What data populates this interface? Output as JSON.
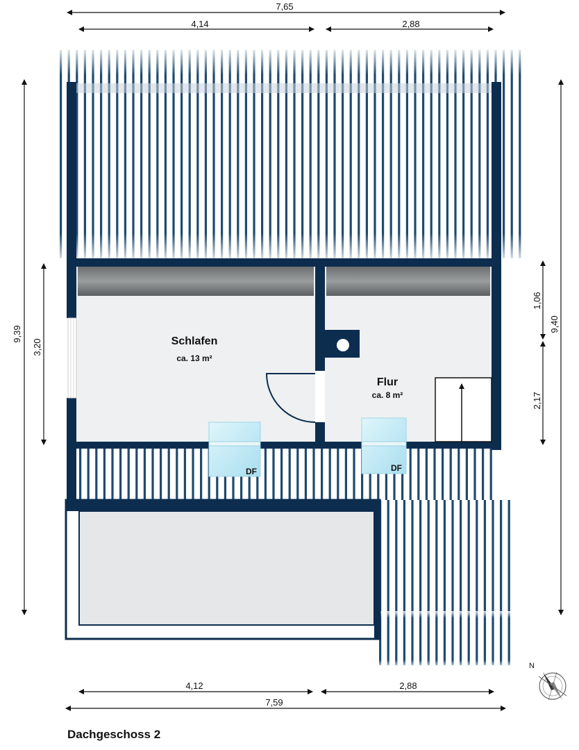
{
  "colors": {
    "wall": "#0d2d4f",
    "roof_stripe": "#1e4a6e",
    "floor": "#eef0f1",
    "beam": "#7f8283",
    "window_glass": "#bfe8f4"
  },
  "dimensions": {
    "top_total": "7,65",
    "top_left": "4,14",
    "top_right": "2,88",
    "bottom_left": "4,12",
    "bottom_right": "2,88",
    "bottom_total": "7,59",
    "left_total": "9,39",
    "left_room": "3,20",
    "right_total": "9,40",
    "right_upper": "1,06",
    "right_lower": "2,17"
  },
  "rooms": [
    {
      "name": "Schlafen",
      "area": "ca. 13 m²"
    },
    {
      "name": "Flur",
      "area": "ca. 8 m²"
    }
  ],
  "windows": [
    {
      "label": "DF"
    },
    {
      "label": "DF"
    }
  ],
  "compass": {
    "label": "N",
    "icon": "compass-icon"
  },
  "floor_title": "Dachgeschoss 2"
}
